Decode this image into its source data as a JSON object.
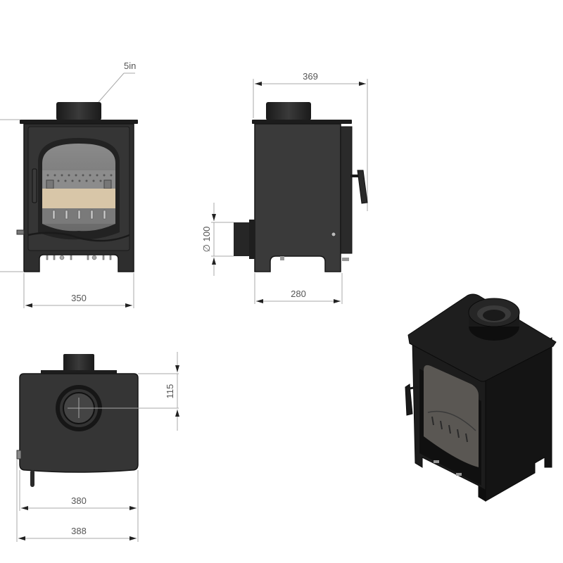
{
  "diagram": {
    "subject": "wood-burning stove technical drawing",
    "views": [
      "front",
      "side",
      "top",
      "isometric"
    ]
  },
  "front_view": {
    "flue_label": "5in",
    "width_label": "350"
  },
  "side_view": {
    "depth_top_label": "369",
    "depth_base_label": "280",
    "rear_outlet_label": "∅ 100"
  },
  "top_view": {
    "flue_offset_label": "115",
    "body_width_label": "380",
    "overall_width_label": "388"
  },
  "colors": {
    "body": "#2e2e2e",
    "body_dark": "#1a1a1a",
    "glass": "#6a6a6a",
    "firebrick": "#d8c6a8",
    "dim_line": "#a8a8a8",
    "dim_text": "#555555"
  }
}
